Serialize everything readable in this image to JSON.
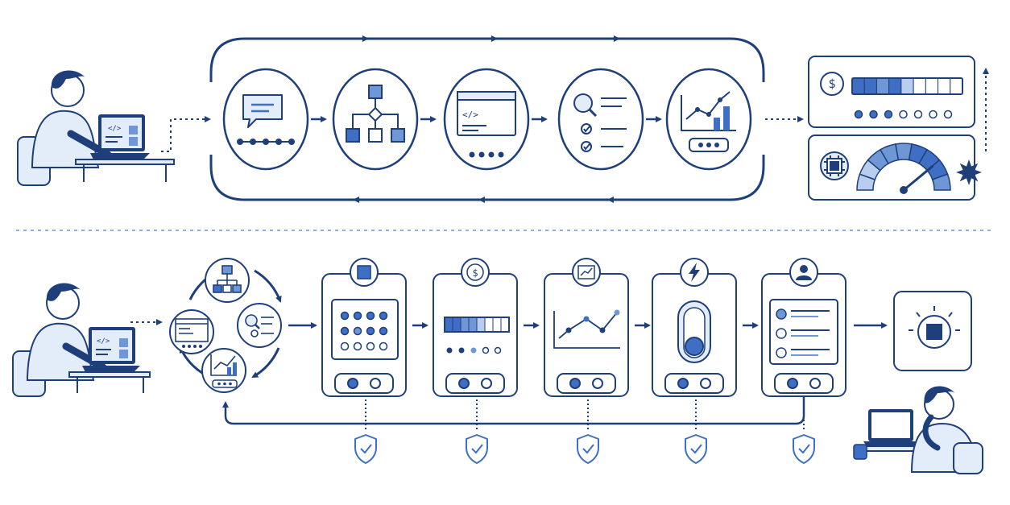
{
  "palette": {
    "navy": "#1f3f7a",
    "blue": "#3f6fc4",
    "mid": "#6f97d6",
    "light": "#b9cdee",
    "pale": "#e3ecf9",
    "white": "#ffffff"
  },
  "icons": {
    "top_loop": [
      "chat-bubble-icon",
      "flowchart-icon",
      "code-window-icon",
      "search-checklist-icon",
      "analytics-chart-icon"
    ],
    "top_right": [
      "dollar-icon",
      "chip-icon",
      "speedometer-icon",
      "starburst-icon"
    ],
    "cycle": [
      "flowchart-icon",
      "search-checklist-icon",
      "analytics-chart-icon",
      "code-window-icon"
    ],
    "bottom_headers": [
      "square-icon",
      "dollar-icon",
      "trend-icon",
      "lightning-icon",
      "person-icon"
    ],
    "bottom_guards": [
      "shield-check-icon",
      "shield-check-icon",
      "shield-check-icon",
      "shield-check-icon",
      "shield-check-icon"
    ],
    "final": "lightbulb-square-icon"
  },
  "gauges": {
    "cost_bar_filled_segments": 5,
    "cost_bar_total_segments": 9,
    "cost_dots_filled": 3,
    "cost_dots_total": 7,
    "speedometer_needle_fraction": 0.78,
    "phone2_bar_filled_segments": 5,
    "phone2_bar_total_segments": 8,
    "toggle_on": true
  },
  "labels": {
    "code_tag": "</>",
    "dollar": "$"
  }
}
